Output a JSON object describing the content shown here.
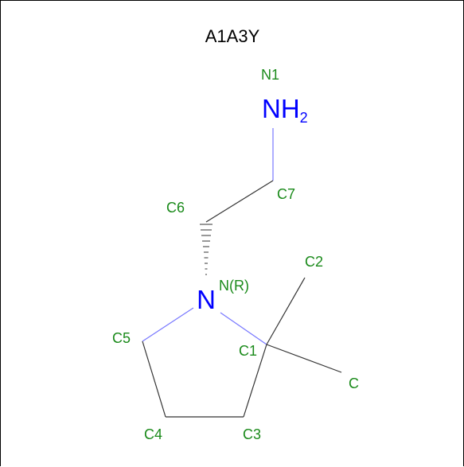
{
  "title": "A1A3Y",
  "colors": {
    "background": "#ffffff",
    "bond": "#333333",
    "label": "#1a8a1a",
    "nitrogen": "#0000ff",
    "bond_to_nitrogen": "#7777ff"
  },
  "atoms": {
    "amine_symbol": "NH",
    "amine_subscript": "2",
    "ring_nitrogen_symbol": "N"
  },
  "labels": {
    "N1": "N1",
    "C7": "C7",
    "C6": "C6",
    "C2": "C2",
    "NR": "N(R)",
    "C5": "C5",
    "C1": "C1",
    "C": "C",
    "C4": "C4",
    "C3": "C3"
  }
}
